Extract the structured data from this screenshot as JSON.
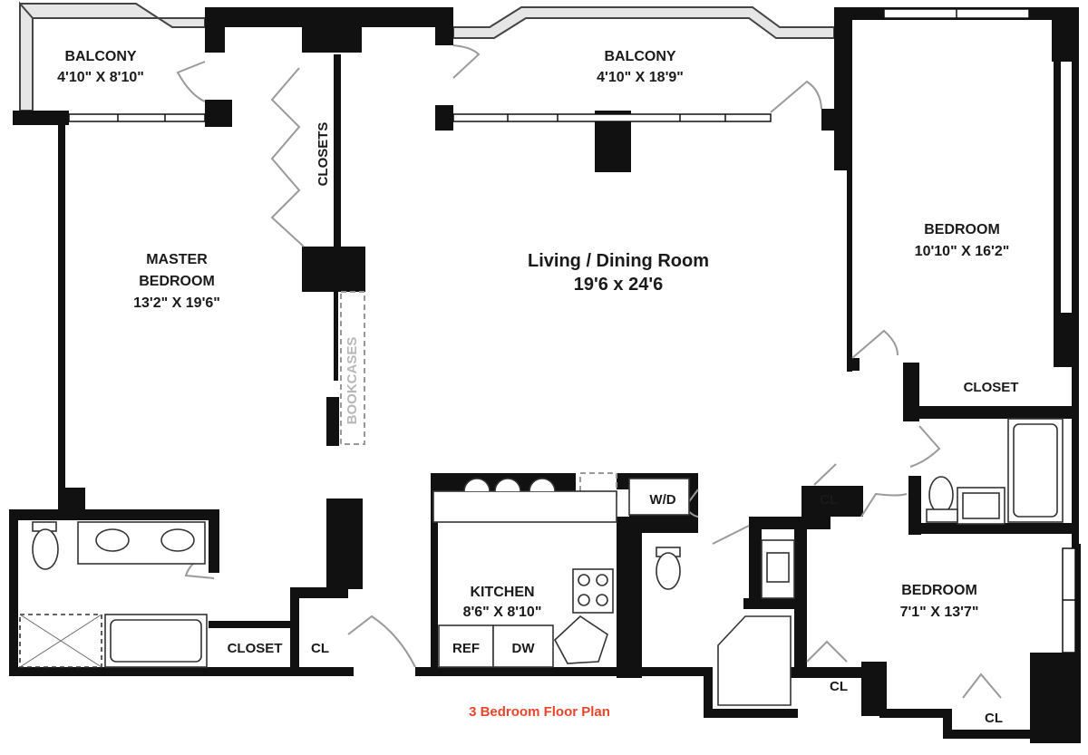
{
  "title": "3 Bedroom Floor Plan",
  "accent_color": "#e8452c",
  "rooms": {
    "balcony_left": {
      "name": "BALCONY",
      "size": "4'10\" X 8'10\""
    },
    "balcony_right": {
      "name": "BALCONY",
      "size": "4'10\" X 18'9\""
    },
    "master_bedroom": {
      "name_line1": "MASTER",
      "name_line2": "BEDROOM",
      "size": "13'2\" X 19'6\""
    },
    "living_dining": {
      "name": "Living / Dining Room",
      "size": "19'6 x 24'6"
    },
    "bedroom_right": {
      "name": "BEDROOM",
      "size": "10'10\" X 16'2\""
    },
    "bedroom_lower": {
      "name": "BEDROOM",
      "size": "7'1\" X 13'7\""
    },
    "kitchen": {
      "name": "KITCHEN",
      "size": "8'6\" X 8'10\""
    }
  },
  "labels": {
    "closets": "CLOSETS",
    "bookcases": "BOOKCASES",
    "closet_right": "CLOSET",
    "closet_master": "CLOSET",
    "cl_master": "CL",
    "cl_hall": "CL",
    "cl_bed_a": "CL",
    "cl_bed_b": "CL",
    "wd": "W/D",
    "ref": "REF",
    "dw": "DW"
  }
}
